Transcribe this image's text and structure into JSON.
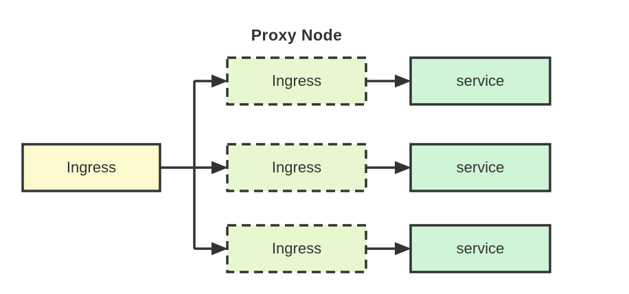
{
  "title": "Proxy Node",
  "source": {
    "label": "Ingress"
  },
  "proxies": [
    {
      "label": "Ingress"
    },
    {
      "label": "Ingress"
    },
    {
      "label": "Ingress"
    }
  ],
  "services": [
    {
      "label": "service"
    },
    {
      "label": "service"
    },
    {
      "label": "service"
    }
  ],
  "colors": {
    "background": "#ffffff",
    "source_fill": "#FCF9CE",
    "proxy_fill": "#E7F7D0",
    "service_fill": "#CFF4D6",
    "border": "#333333",
    "text": "#333333"
  }
}
